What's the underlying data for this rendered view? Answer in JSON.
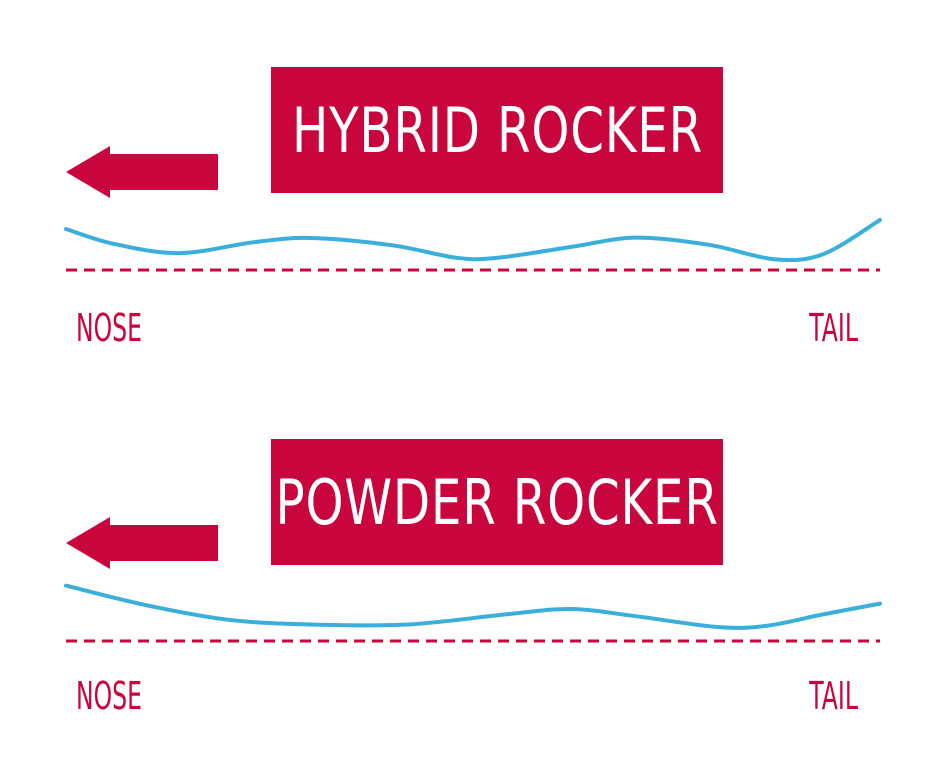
{
  "colors": {
    "accent": "#c8053d",
    "profile_line": "#3aafdc",
    "background": "#ffffff"
  },
  "diagrams": [
    {
      "title": "HYBRID ROCKER",
      "nose_label": "NOSE",
      "tail_label": "TAIL",
      "arrow_icon": "left-arrow-icon",
      "profile": {
        "description_shape": "wavy",
        "points": [
          [
            0.0,
            1.0
          ],
          [
            0.06,
            0.58
          ],
          [
            0.14,
            0.33
          ],
          [
            0.23,
            0.63
          ],
          [
            0.3,
            0.75
          ],
          [
            0.4,
            0.55
          ],
          [
            0.48,
            0.2
          ],
          [
            0.53,
            0.2
          ],
          [
            0.62,
            0.5
          ],
          [
            0.7,
            0.76
          ],
          [
            0.79,
            0.56
          ],
          [
            0.87,
            0.16
          ],
          [
            0.93,
            0.3
          ],
          [
            1.0,
            1.25
          ]
        ]
      }
    },
    {
      "title": "POWDER ROCKER",
      "nose_label": "NOSE",
      "tail_label": "TAIL",
      "arrow_icon": "left-arrow-icon",
      "profile": {
        "description_shape": "gradual",
        "points": [
          [
            0.0,
            1.4
          ],
          [
            0.1,
            0.85
          ],
          [
            0.2,
            0.45
          ],
          [
            0.3,
            0.32
          ],
          [
            0.42,
            0.32
          ],
          [
            0.54,
            0.6
          ],
          [
            0.62,
            0.75
          ],
          [
            0.7,
            0.55
          ],
          [
            0.8,
            0.25
          ],
          [
            0.86,
            0.28
          ],
          [
            0.93,
            0.6
          ],
          [
            1.0,
            0.9
          ]
        ]
      }
    }
  ]
}
